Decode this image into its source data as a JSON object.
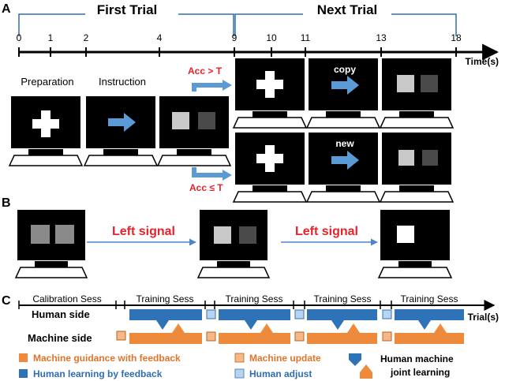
{
  "panel_a": {
    "label": "A",
    "first_trial": "First Trial",
    "next_trial": "Next Trial",
    "ticks": [
      "0",
      "1",
      "2",
      "4",
      "9",
      "10",
      "11",
      "13",
      "18"
    ],
    "axis_label": "Time(s)",
    "stage_preparation": "Preparation",
    "stage_instruction": "Instruction",
    "branch_upper": "Acc > T",
    "branch_lower": "Acc ≤ T",
    "copy_label": "copy",
    "new_label": "new"
  },
  "panel_b": {
    "label": "B",
    "signal_1": "Left signal",
    "signal_2": "Left signal"
  },
  "panel_c": {
    "label": "C",
    "sessions": [
      "Calibration Sess",
      "Training Sess",
      "Training Sess",
      "Training Sess",
      "Training Sess"
    ],
    "axis_label": "Trial(s)",
    "human_side": "Human side",
    "machine_side": "Machine side",
    "legend": {
      "machine_guidance": "Machine guidance with feedback",
      "human_learning": "Human learning by feedback",
      "machine_update": "Machine update",
      "human_adjust": "Human adjust",
      "joint_1": "Human machine",
      "joint_2": "joint learning"
    }
  },
  "colors": {
    "red": "#e8222a",
    "arrow_blue": "#5b9bd5",
    "human_blue": "#2e72b8",
    "machine_orange": "#ee8a3c",
    "light_orange": "#f5b88a",
    "light_blue": "#b8d4ee"
  }
}
